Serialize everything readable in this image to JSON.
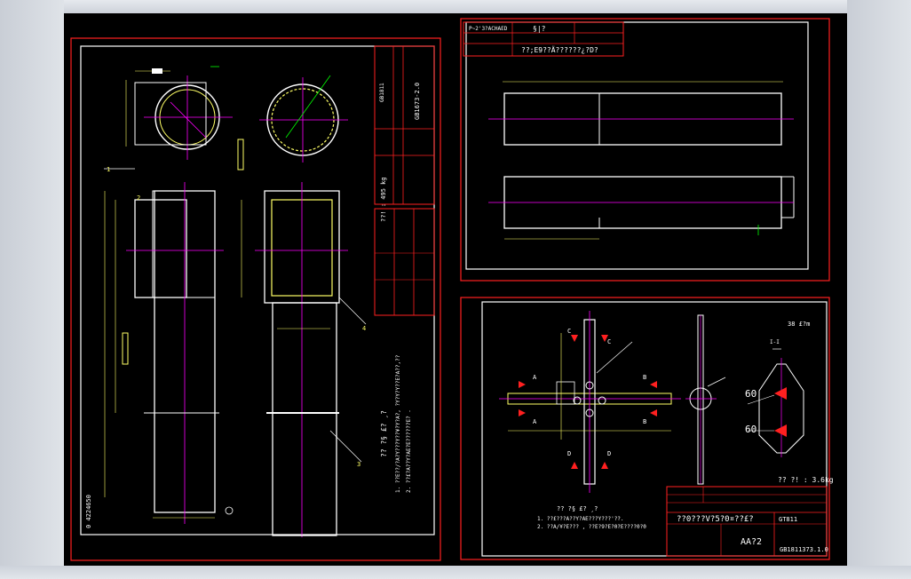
{
  "sheet_left": {
    "weight_label": "??! : 495 kg",
    "vertical_code": "GB1673-2.0",
    "vertical_standard": "GB1811",
    "bottom_code": "0 4224650",
    "notes_title": "?? ?§ £? ¸?",
    "notes": [
      "1. ??E??/?A?Y???Y??¥?Y?A?, ?Y?Y?Y??E?A??,??",
      "2. ??£?A??Y?AE?E??????E? ."
    ],
    "part_labels": [
      "1",
      "2",
      "3",
      "4"
    ]
  },
  "sheet_top_right": {
    "title_cell": "P~2'3?ACHAED",
    "scale_cell": "§|?",
    "name_row": "??;E9??Ä??????¿?D?"
  },
  "sheet_bottom_right": {
    "weight_label": "?? ?! : 3.6kg",
    "scale_label": "38 £?m",
    "section_label": "I-I",
    "angle_labels": [
      "60",
      "60"
    ],
    "notes_title": "?? ?§ £? ¸?",
    "notes": [
      "1. ??£???A??Y?AE???Y???'??.",
      "2. ??A/¥?E??? , ??E?9?E?0?E????0?0"
    ],
    "view_labels": [
      "A",
      "A",
      "B",
      "B",
      "C",
      "C",
      "D",
      "D"
    ],
    "title_name": "AA?2",
    "title_code": "GB1811373.1.0",
    "title_standard": "GT811",
    "title_row": "??0???V?5?0¤??£?"
  },
  "colors": {
    "canvas": "#000000",
    "frame": "#ff2020",
    "border": "#ffffff",
    "centerline": "#ff00ff",
    "dimension": "#ffff66",
    "geometry": "#ffffff",
    "green_leader": "#00ff00"
  }
}
